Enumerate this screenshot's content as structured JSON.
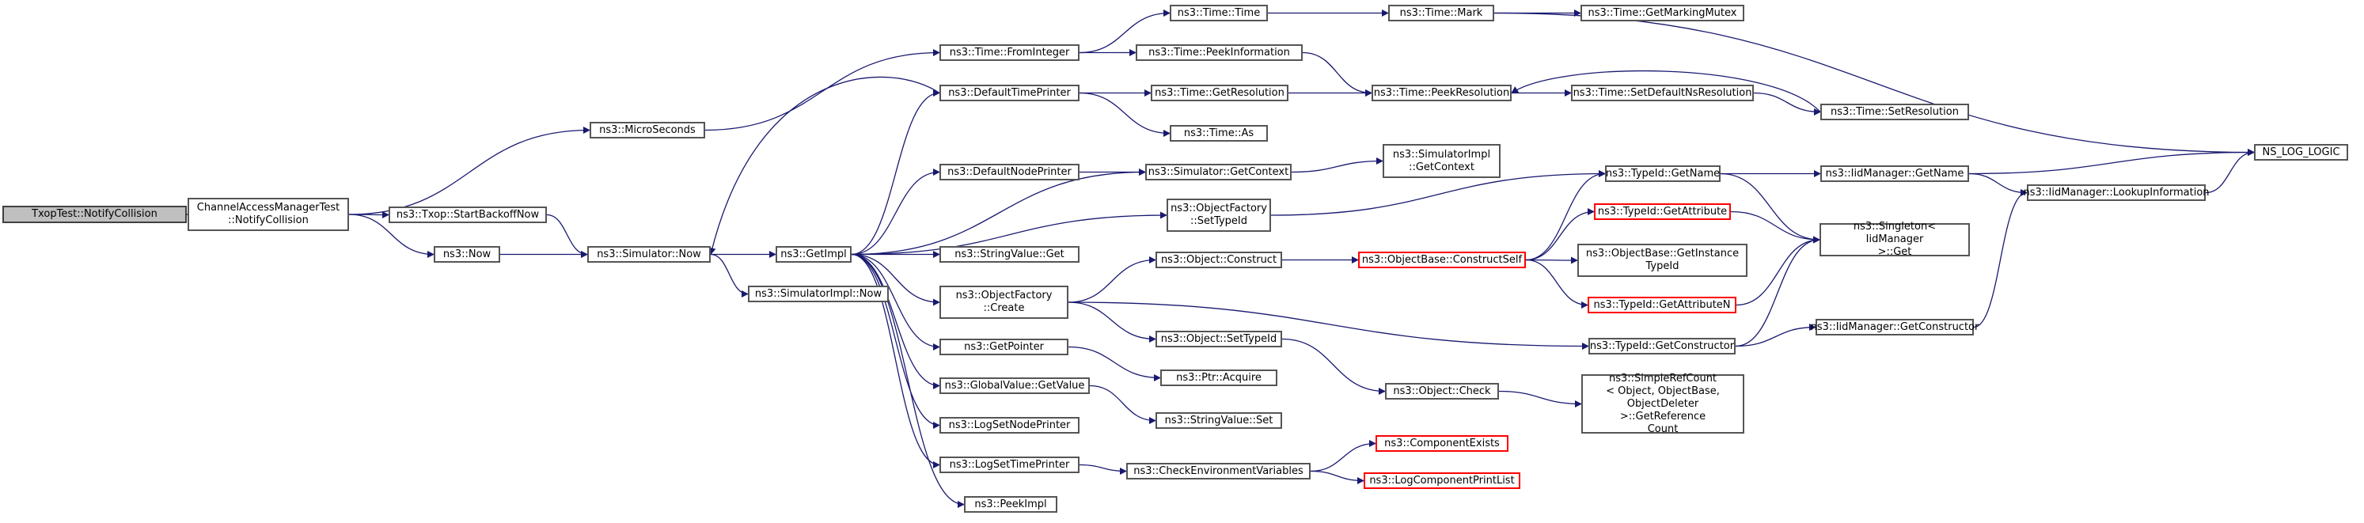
{
  "graph": {
    "root": "TxopTest::NotifyCollision",
    "nodes": [
      {
        "id": "n_root",
        "label": "TxopTest::NotifyCollision",
        "kind": "grey"
      },
      {
        "id": "n_camt",
        "label": "ChannelAccessManagerTest\n::NotifyCollision",
        "kind": "normal"
      },
      {
        "id": "n_startbo",
        "label": "ns3::Txop::StartBackoffNow",
        "kind": "normal"
      },
      {
        "id": "n_now",
        "label": "ns3::Now",
        "kind": "normal"
      },
      {
        "id": "n_micro",
        "label": "ns3::MicroSeconds",
        "kind": "normal"
      },
      {
        "id": "n_simnow",
        "label": "ns3::Simulator::Now",
        "kind": "normal"
      },
      {
        "id": "n_getimpl",
        "label": "ns3::GetImpl",
        "kind": "normal"
      },
      {
        "id": "n_simimplnow",
        "label": "ns3::SimulatorImpl::Now",
        "kind": "normal"
      },
      {
        "id": "n_fromint",
        "label": "ns3::Time::FromInteger",
        "kind": "normal"
      },
      {
        "id": "n_deftp",
        "label": "ns3::DefaultTimePrinter",
        "kind": "normal"
      },
      {
        "id": "n_defnp",
        "label": "ns3::DefaultNodePrinter",
        "kind": "normal"
      },
      {
        "id": "n_strget",
        "label": "ns3::StringValue::Get",
        "kind": "normal"
      },
      {
        "id": "n_ofcreate",
        "label": "ns3::ObjectFactory\n::Create",
        "kind": "normal"
      },
      {
        "id": "n_getptr",
        "label": "ns3::GetPointer",
        "kind": "normal"
      },
      {
        "id": "n_gvget",
        "label": "ns3::GlobalValue::GetValue",
        "kind": "normal"
      },
      {
        "id": "n_logsnp",
        "label": "ns3::LogSetNodePrinter",
        "kind": "normal"
      },
      {
        "id": "n_logstp",
        "label": "ns3::LogSetTimePrinter",
        "kind": "normal"
      },
      {
        "id": "n_peekimpl",
        "label": "ns3::PeekImpl",
        "kind": "normal"
      },
      {
        "id": "n_timetime",
        "label": "ns3::Time::Time",
        "kind": "normal"
      },
      {
        "id": "n_peekinfo",
        "label": "ns3::Time::PeekInformation",
        "kind": "normal"
      },
      {
        "id": "n_getres",
        "label": "ns3::Time::GetResolution",
        "kind": "normal"
      },
      {
        "id": "n_timeas",
        "label": "ns3::Time::As",
        "kind": "normal"
      },
      {
        "id": "n_simgetctx",
        "label": "ns3::Simulator::GetContext",
        "kind": "normal"
      },
      {
        "id": "n_ofsettid",
        "label": "ns3::ObjectFactory\n::SetTypeId",
        "kind": "normal"
      },
      {
        "id": "n_objconstruct",
        "label": "ns3::Object::Construct",
        "kind": "normal"
      },
      {
        "id": "n_objsettid",
        "label": "ns3::Object::SetTypeId",
        "kind": "normal"
      },
      {
        "id": "n_ptracq",
        "label": "ns3::Ptr::Acquire",
        "kind": "normal"
      },
      {
        "id": "n_strset",
        "label": "ns3::StringValue::Set",
        "kind": "normal"
      },
      {
        "id": "n_checkenv",
        "label": "ns3::CheckEnvironmentVariables",
        "kind": "normal"
      },
      {
        "id": "n_timemark",
        "label": "ns3::Time::Mark",
        "kind": "normal"
      },
      {
        "id": "n_peekres",
        "label": "ns3::Time::PeekResolution",
        "kind": "normal"
      },
      {
        "id": "n_simimplctx",
        "label": "ns3::SimulatorImpl\n::GetContext",
        "kind": "normal"
      },
      {
        "id": "n_construct",
        "label": "ns3::ObjectBase::ConstructSelf",
        "kind": "red"
      },
      {
        "id": "n_objcheck",
        "label": "ns3::Object::Check",
        "kind": "normal"
      },
      {
        "id": "n_compexists",
        "label": "ns3::ComponentExists",
        "kind": "red"
      },
      {
        "id": "n_logcomp",
        "label": "ns3::LogComponentPrintList",
        "kind": "red"
      },
      {
        "id": "n_markmutex",
        "label": "ns3::Time::GetMarkingMutex",
        "kind": "normal"
      },
      {
        "id": "n_setdefns",
        "label": "ns3::Time::SetDefaultNsResolution",
        "kind": "normal"
      },
      {
        "id": "n_tidgetname",
        "label": "ns3::TypeId::GetName",
        "kind": "normal"
      },
      {
        "id": "n_tidgetattr",
        "label": "ns3::TypeId::GetAttribute",
        "kind": "red"
      },
      {
        "id": "n_obgetitid",
        "label": "ns3::ObjectBase::GetInstance\nTypeId",
        "kind": "normal"
      },
      {
        "id": "n_tidgetattrn",
        "label": "ns3::TypeId::GetAttributeN",
        "kind": "red"
      },
      {
        "id": "n_tidgetctor",
        "label": "ns3::TypeId::GetConstructor",
        "kind": "normal"
      },
      {
        "id": "n_simpleref",
        "label": "ns3::SimpleRefCount\n< Object, ObjectBase,\n ObjectDeleter >::GetReference\nCount",
        "kind": "normal"
      },
      {
        "id": "n_setres",
        "label": "ns3::Time::SetResolution",
        "kind": "normal"
      },
      {
        "id": "n_iidgetname",
        "label": "ns3::IidManager::GetName",
        "kind": "normal"
      },
      {
        "id": "n_singleton",
        "label": "ns3::Singleton< IidManager\n >::Get",
        "kind": "normal"
      },
      {
        "id": "n_iidgetctor",
        "label": "ns3::IidManager::GetConstructor",
        "kind": "normal"
      },
      {
        "id": "n_nslog",
        "label": "NS_LOG_LOGIC",
        "kind": "normal"
      },
      {
        "id": "n_iidlookup",
        "label": "ns3::IidManager::LookupInformation",
        "kind": "normal"
      }
    ],
    "edges": [
      [
        "n_root",
        "n_camt"
      ],
      [
        "n_camt",
        "n_micro"
      ],
      [
        "n_camt",
        "n_startbo"
      ],
      [
        "n_camt",
        "n_now"
      ],
      [
        "n_startbo",
        "n_simnow"
      ],
      [
        "n_now",
        "n_simnow"
      ],
      [
        "n_micro",
        "n_fromint"
      ],
      [
        "n_simnow",
        "n_getimpl"
      ],
      [
        "n_simnow",
        "n_simimplnow"
      ],
      [
        "n_getimpl",
        "n_deftp"
      ],
      [
        "n_getimpl",
        "n_defnp"
      ],
      [
        "n_getimpl",
        "n_strget"
      ],
      [
        "n_getimpl",
        "n_ofcreate"
      ],
      [
        "n_getimpl",
        "n_getptr"
      ],
      [
        "n_getimpl",
        "n_gvget"
      ],
      [
        "n_getimpl",
        "n_logsnp"
      ],
      [
        "n_getimpl",
        "n_logstp"
      ],
      [
        "n_getimpl",
        "n_peekimpl"
      ],
      [
        "n_getimpl",
        "n_ofsettid"
      ],
      [
        "n_getimpl",
        "n_simgetctx"
      ],
      [
        "n_deftp",
        "n_simnow"
      ],
      [
        "n_deftp",
        "n_getres"
      ],
      [
        "n_deftp",
        "n_timeas"
      ],
      [
        "n_defnp",
        "n_simgetctx"
      ],
      [
        "n_simgetctx",
        "n_simimplctx"
      ],
      [
        "n_fromint",
        "n_timetime"
      ],
      [
        "n_fromint",
        "n_peekinfo"
      ],
      [
        "n_timetime",
        "n_timemark"
      ],
      [
        "n_timemark",
        "n_markmutex"
      ],
      [
        "n_timemark",
        "n_nslog"
      ],
      [
        "n_peekinfo",
        "n_peekres"
      ],
      [
        "n_getres",
        "n_peekres"
      ],
      [
        "n_peekres",
        "n_setdefns"
      ],
      [
        "n_setdefns",
        "n_setres"
      ],
      [
        "n_setres",
        "n_peekres"
      ],
      [
        "n_ofsettid",
        "n_tidgetname"
      ],
      [
        "n_ofcreate",
        "n_objconstruct"
      ],
      [
        "n_ofcreate",
        "n_objsettid"
      ],
      [
        "n_ofcreate",
        "n_tidgetctor"
      ],
      [
        "n_objconstruct",
        "n_construct"
      ],
      [
        "n_construct",
        "n_tidgetname"
      ],
      [
        "n_construct",
        "n_tidgetattr"
      ],
      [
        "n_construct",
        "n_obgetitid"
      ],
      [
        "n_construct",
        "n_tidgetattrn"
      ],
      [
        "n_tidgetname",
        "n_iidgetname"
      ],
      [
        "n_tidgetname",
        "n_singleton"
      ],
      [
        "n_tidgetattr",
        "n_singleton"
      ],
      [
        "n_tidgetattrn",
        "n_singleton"
      ],
      [
        "n_tidgetctor",
        "n_singleton"
      ],
      [
        "n_tidgetctor",
        "n_iidgetctor"
      ],
      [
        "n_iidgetname",
        "n_nslog"
      ],
      [
        "n_iidgetname",
        "n_iidlookup"
      ],
      [
        "n_iidgetctor",
        "n_iidlookup"
      ],
      [
        "n_iidlookup",
        "n_nslog"
      ],
      [
        "n_getptr",
        "n_ptracq"
      ],
      [
        "n_gvget",
        "n_strset"
      ],
      [
        "n_objsettid",
        "n_objcheck"
      ],
      [
        "n_objcheck",
        "n_simpleref"
      ],
      [
        "n_logstp",
        "n_checkenv"
      ],
      [
        "n_checkenv",
        "n_compexists"
      ],
      [
        "n_checkenv",
        "n_logcomp"
      ]
    ]
  }
}
